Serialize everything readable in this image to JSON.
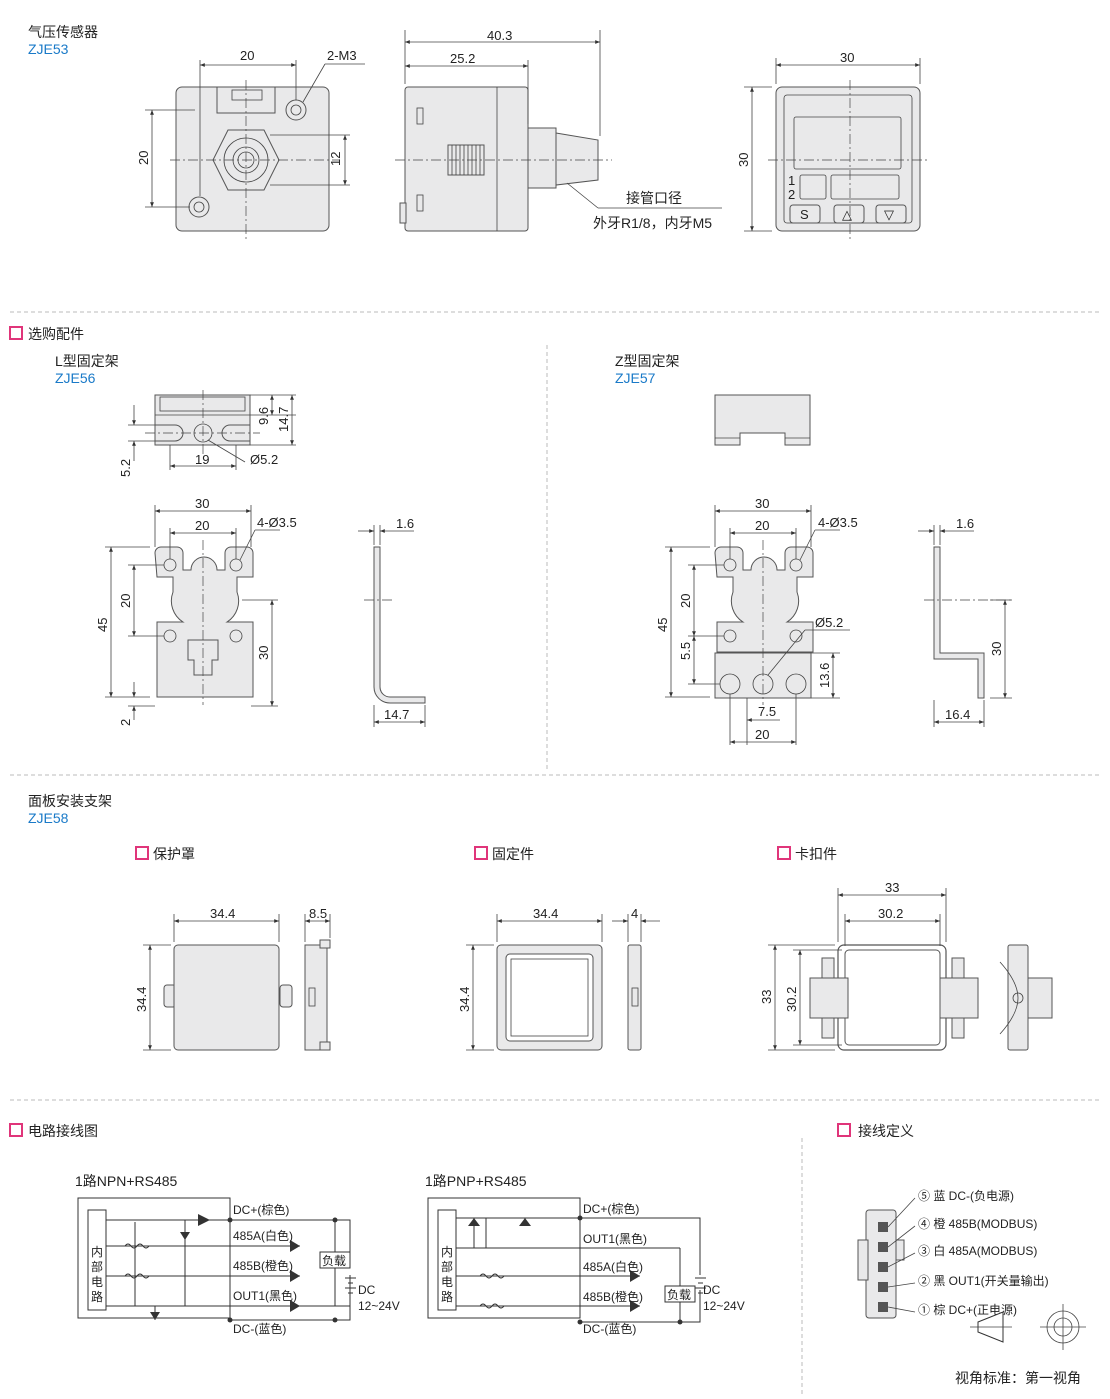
{
  "sensor": {
    "title": "气压传感器",
    "code": "ZJE53"
  },
  "front": {
    "w": "20",
    "h": "20",
    "hole": "2-M3",
    "off": "12"
  },
  "side": {
    "total": "40.3",
    "body": "25.2",
    "port_title": "接管口径",
    "port_spec": "外牙R1/8，内牙M5"
  },
  "disp": {
    "w": "30",
    "h": "30",
    "n1": "1",
    "n2": "2",
    "btn_s": "S",
    "btn_up": "△",
    "btn_down": "▽"
  },
  "sections": {
    "accessories": "选购配件",
    "panel_mount": "面板安装支架",
    "circuit": "电路接线图",
    "pin_def": "接线定义"
  },
  "lbracket": {
    "title": "L型固定架",
    "code": "ZJE56",
    "top": {
      "d1": "9.6",
      "d2": "14.7",
      "d3": "5.2",
      "d4": "19",
      "hole": "Ø5.2"
    },
    "front": {
      "w1": "30",
      "w2": "20",
      "holes": "4-Ø3.5",
      "h_total": "45",
      "h_mid": "20",
      "h_low": "30",
      "h_bot": "2"
    },
    "side": {
      "t": "1.6",
      "depth": "14.7"
    }
  },
  "zbracket": {
    "title": "Z型固定架",
    "code": "ZJE57",
    "front": {
      "w1": "30",
      "w2": "20",
      "holes": "4-Ø3.5",
      "h_total": "45",
      "h_mid": "20",
      "h_low": "5.5",
      "hole2": "Ø5.2",
      "h_right": "13.6",
      "b1": "7.5",
      "b2": "20"
    },
    "side": {
      "t": "1.6",
      "h": "30",
      "depth": "16.4"
    }
  },
  "panel": {
    "code": "ZJE58",
    "cover": {
      "title": "保护罩",
      "w": "34.4",
      "h": "34.4",
      "d": "8.5"
    },
    "fix": {
      "title": "固定件",
      "w": "34.4",
      "h": "34.4",
      "d": "4"
    },
    "clip": {
      "title": "卡扣件",
      "w1": "33",
      "w2": "30.2",
      "h1": "33",
      "h2": "30.2"
    }
  },
  "npn": {
    "title": "1路NPN+RS485",
    "internal": [
      "内",
      "部",
      "电",
      "路"
    ],
    "wires": [
      "DC+(棕色)",
      "485A(白色)",
      "485B(橙色)",
      "OUT1(黑色)",
      "DC-(蓝色)"
    ],
    "load": "负载",
    "dc": "DC",
    "volt": "12~24V"
  },
  "pnp": {
    "title": "1路PNP+RS485",
    "internal": [
      "内",
      "部",
      "电",
      "路"
    ],
    "wires": [
      "DC+(棕色)",
      "OUT1(黑色)",
      "485A(白色)",
      "485B(橙色)",
      "DC-(蓝色)"
    ],
    "load": "负载",
    "dc": "DC",
    "volt": "12~24V"
  },
  "pins": [
    "⑤ 蓝 DC-(负电源)",
    "④ 橙 485B(MODBUS)",
    "③ 白 485A(MODBUS)",
    "② 黑 OUT1(开关量输出)",
    "① 棕 DC+(正电源)"
  ],
  "projection": "视角标准：第一视角",
  "colors": {
    "accent": "#e0357a",
    "code": "#1a7ac8",
    "part_fill": "#e9e9ea"
  }
}
